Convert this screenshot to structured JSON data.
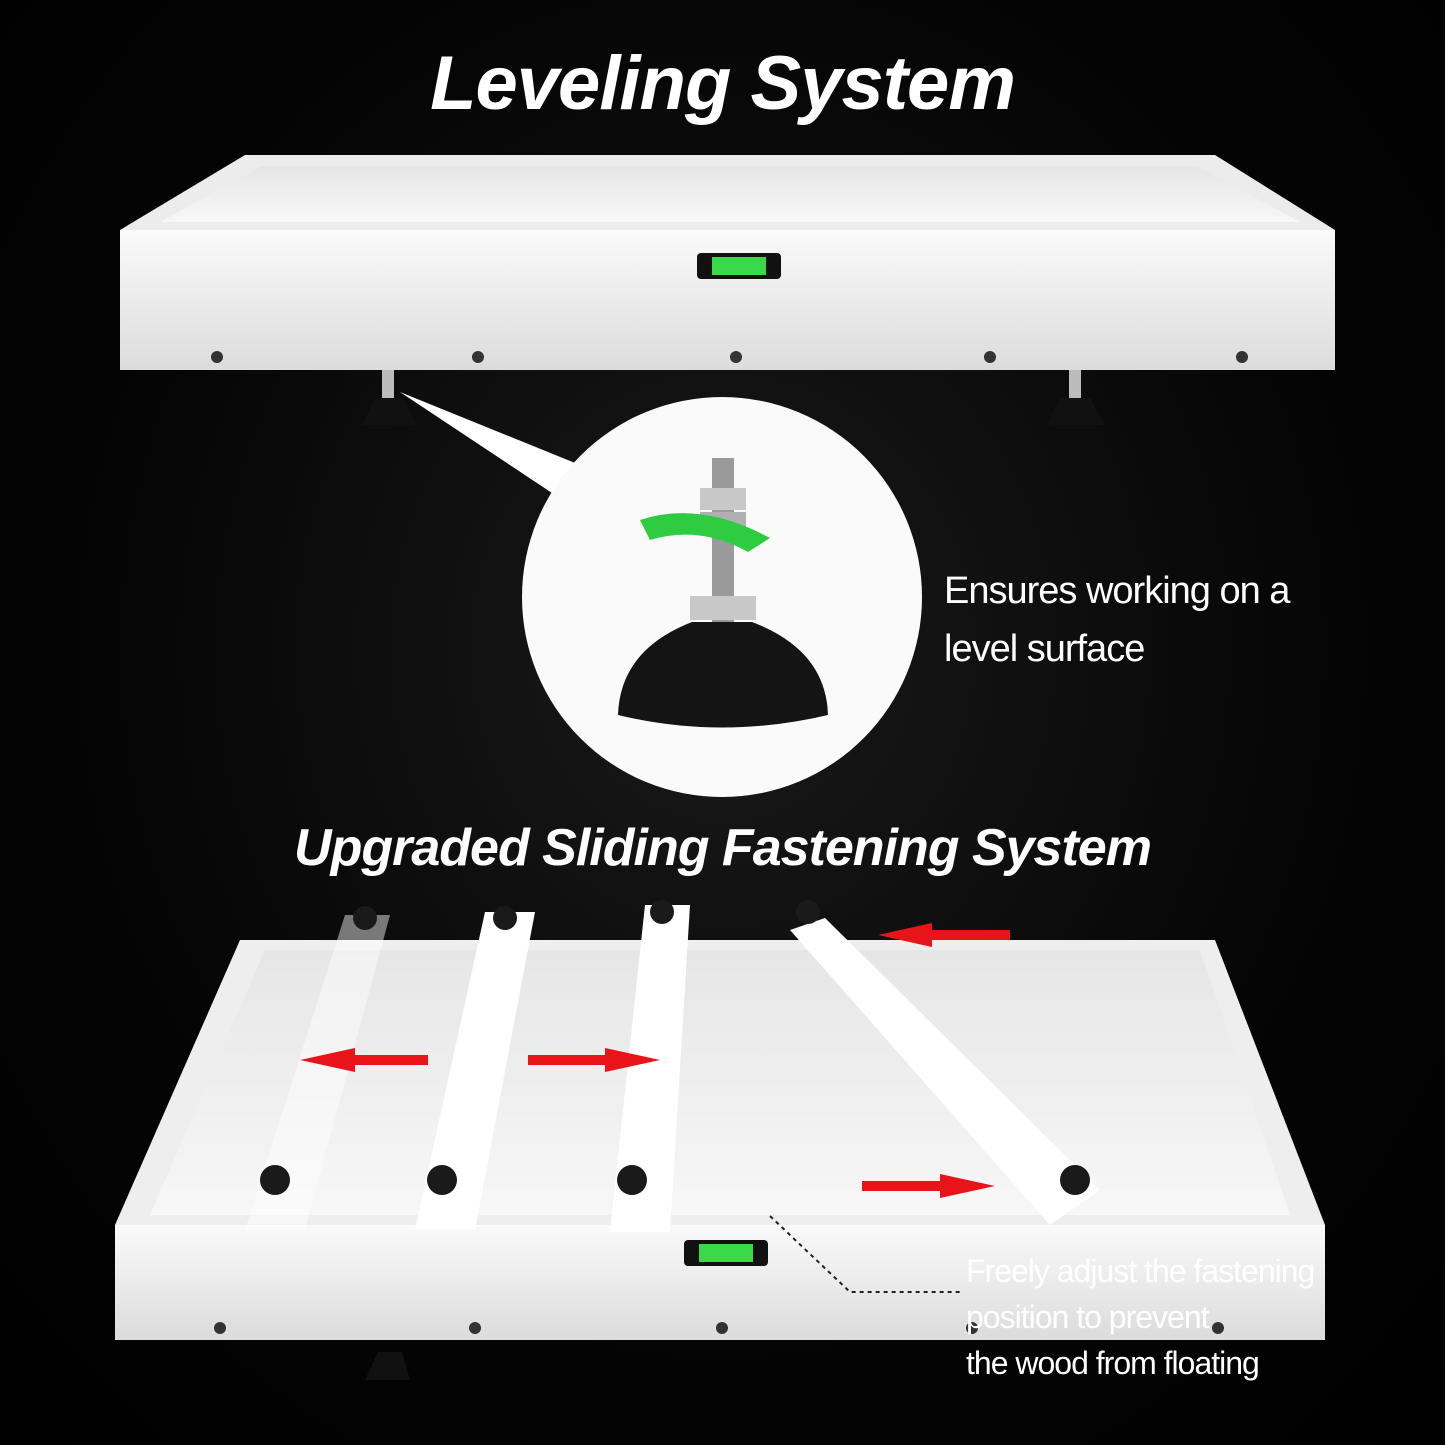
{
  "headings": {
    "leveling": "Leveling System",
    "sliding": "Upgraded Sliding Fastening System"
  },
  "captions": {
    "leveling_line1": "Ensures working on a",
    "leveling_line2": "level surface",
    "sliding_line1": "Freely adjust the fastening",
    "sliding_line2": "position to prevent",
    "sliding_line3": "the wood from floating"
  },
  "colors": {
    "background": "#000000",
    "tray": "#f2f2f2",
    "arrow": "#e8141a",
    "rotation_arrow": "#2ecc40",
    "level_bubble": "#39d94a"
  }
}
